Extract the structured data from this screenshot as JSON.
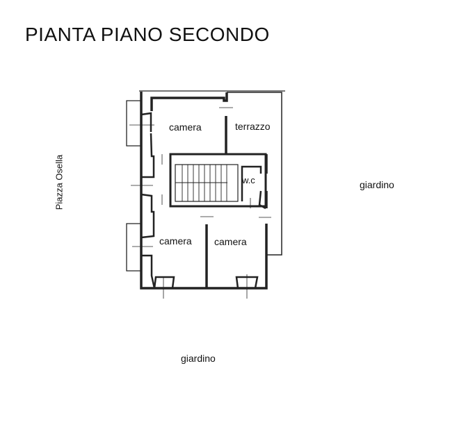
{
  "title": "PIANTA PIANO SECONDO",
  "rooms": {
    "camera_top": "camera",
    "terrazzo": "terrazzo",
    "wc": "w.c",
    "camera_bottom_left": "camera",
    "camera_bottom_right": "camera"
  },
  "surroundings": {
    "street": "Piazza Osella",
    "garden_right": "giardino",
    "garden_bottom": "giardino"
  }
}
